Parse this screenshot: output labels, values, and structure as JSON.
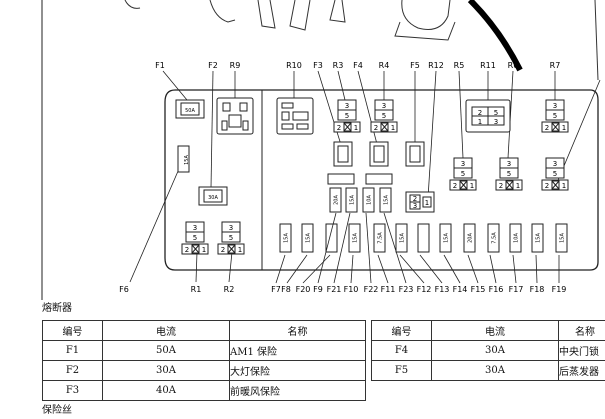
{
  "diagram": {
    "top_labels": [
      {
        "id": "lbl-F1",
        "text": "F1"
      },
      {
        "id": "lbl-F2",
        "text": "F2"
      },
      {
        "id": "lbl-R9",
        "text": "R9"
      },
      {
        "id": "lbl-R10",
        "text": "R10"
      },
      {
        "id": "lbl-F3",
        "text": "F3"
      },
      {
        "id": "lbl-R3",
        "text": "R3"
      },
      {
        "id": "lbl-F4",
        "text": "F4"
      },
      {
        "id": "lbl-R4",
        "text": "R4"
      },
      {
        "id": "lbl-F5",
        "text": "F5"
      },
      {
        "id": "lbl-R12",
        "text": "R12"
      },
      {
        "id": "lbl-R5",
        "text": "R5"
      },
      {
        "id": "lbl-R11",
        "text": "R11"
      },
      {
        "id": "lbl-R6",
        "text": "R6"
      },
      {
        "id": "lbl-R7",
        "text": "R7"
      }
    ],
    "bottom_labels": [
      {
        "id": "lbl-F6",
        "text": "F6"
      },
      {
        "id": "lbl-R1",
        "text": "R1"
      },
      {
        "id": "lbl-R2",
        "text": "R2"
      },
      {
        "id": "lbl-F7",
        "text": "F7"
      },
      {
        "id": "lbl-F8",
        "text": "F8"
      },
      {
        "id": "lbl-F20",
        "text": "F20"
      },
      {
        "id": "lbl-F9",
        "text": "F9"
      },
      {
        "id": "lbl-F21",
        "text": "F21"
      },
      {
        "id": "lbl-F10",
        "text": "F10"
      },
      {
        "id": "lbl-F22",
        "text": "F22"
      },
      {
        "id": "lbl-F11",
        "text": "F11"
      },
      {
        "id": "lbl-F23",
        "text": "F23"
      },
      {
        "id": "lbl-F12",
        "text": "F12"
      },
      {
        "id": "lbl-F13",
        "text": "F13"
      },
      {
        "id": "lbl-F14",
        "text": "F14"
      },
      {
        "id": "lbl-F15",
        "text": "F15"
      },
      {
        "id": "lbl-F16",
        "text": "F16"
      },
      {
        "id": "lbl-F17",
        "text": "F17"
      },
      {
        "id": "lbl-F18",
        "text": "F18"
      },
      {
        "id": "lbl-F19",
        "text": "F19"
      }
    ],
    "relay_pins": {
      "top": "3",
      "mid": "5",
      "bot_left": "2",
      "bot_right": "1"
    },
    "r11_pins": {
      "tl": "2",
      "tr": "5",
      "bl": "1",
      "br": "3"
    },
    "r12_pins": {
      "a": "2",
      "b": "3",
      "c": "1"
    },
    "maxi_ratings": {
      "f1": "50A",
      "f2": "30A",
      "f6": "15A"
    },
    "small_ratings": {
      "f9": "20A",
      "f21": "15A",
      "f10": "10A",
      "f11": "15A",
      "f23": "7.5A",
      "f12": "15A",
      "f14": "15A",
      "f15": "20A",
      "f16": "7.5A",
      "f17": "10A",
      "f18": "15A",
      "f19": "15A",
      "f7": "15A",
      "f20": "15A"
    }
  },
  "fuse_section_label": "熔断器",
  "fuse_wire_label": "保险丝",
  "fuse_table": {
    "headers": [
      "编号",
      "电流",
      "名称"
    ],
    "left_rows": [
      {
        "id": "F1",
        "current": "50A",
        "name": "AM1 保险"
      },
      {
        "id": "F2",
        "current": "30A",
        "name": "大灯保险"
      },
      {
        "id": "F3",
        "current": "40A",
        "name": "前暖风保险"
      }
    ],
    "right_rows": [
      {
        "id": "F4",
        "current": "30A",
        "name": "中央门锁"
      },
      {
        "id": "F5",
        "current": "30A",
        "name": "后蒸发器"
      }
    ]
  }
}
